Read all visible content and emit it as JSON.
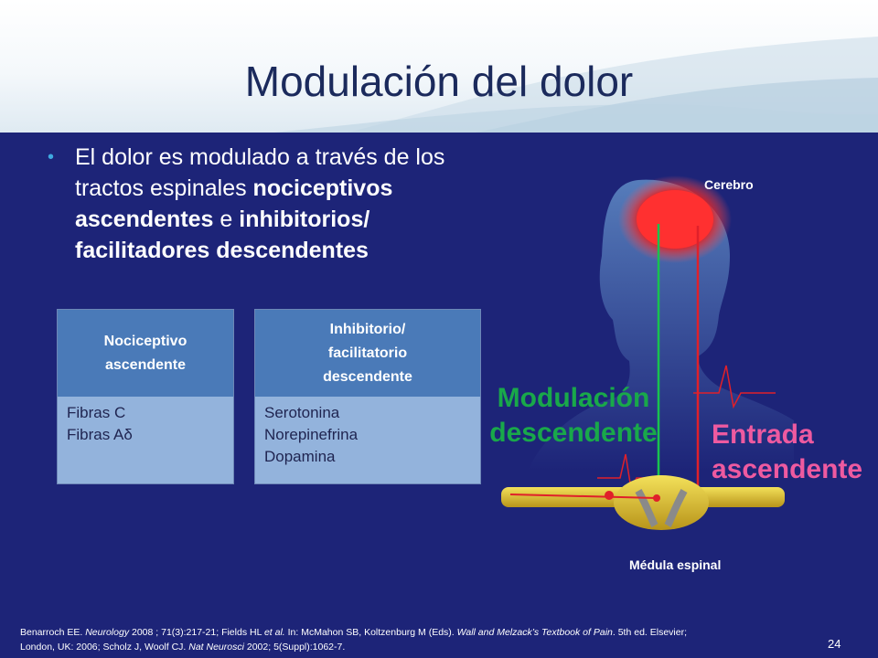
{
  "slide": {
    "title": "Modulación del dolor",
    "bullet": {
      "part1": "El dolor es modulado a través de los tractos espinales ",
      "bold1": "nociceptivos ascendentes",
      "part2": " e ",
      "bold2": "inhibitorios/ facilitadores descendentes"
    },
    "table_left": {
      "header_line1": "Nociceptivo",
      "header_line2": "ascendente",
      "rows": [
        "Fibras C",
        "Fibras Aδ"
      ]
    },
    "table_right": {
      "header_line1": "Inhibitorio/",
      "header_line2": "facilitatorio",
      "header_line3": "descendente",
      "rows": [
        "Serotonina",
        "Norepinefrina",
        "Dopamina"
      ]
    },
    "figure": {
      "label_brain": "Cerebro",
      "label_spine": "Médula espinal",
      "label_descending_1": "Modulación",
      "label_descending_2": "descendente",
      "label_ascending_1": "Entrada",
      "label_ascending_2": "ascendente"
    },
    "references": {
      "line1_a": "Benarroch EE. ",
      "line1_b": "Neurology",
      "line1_c": " 2008 ; 71(3):217-21; Fields HL ",
      "line1_d": "et al.",
      "line1_e": " In: McMahon SB, Koltzenburg M (Eds). ",
      "line1_f": "Wall and Melzack’s Textbook of Pain",
      "line1_g": ". 5th ed. Elsevier;",
      "line2_a": "London, UK: 2006; Scholz J, Woolf CJ. ",
      "line2_b": "Nat Neurosci",
      "line2_c": " 2002; 5(Suppl):1062-7."
    },
    "page_number": "24",
    "colors": {
      "background": "#1d2478",
      "title": "#1b2a5c",
      "bullet_marker": "#3fa9e0",
      "table_header": "#4a7ab8",
      "table_body": "#93b3dc",
      "descending": "#19a84a",
      "ascending": "#ee5aa0",
      "pathway_red": "#e0202a"
    }
  }
}
